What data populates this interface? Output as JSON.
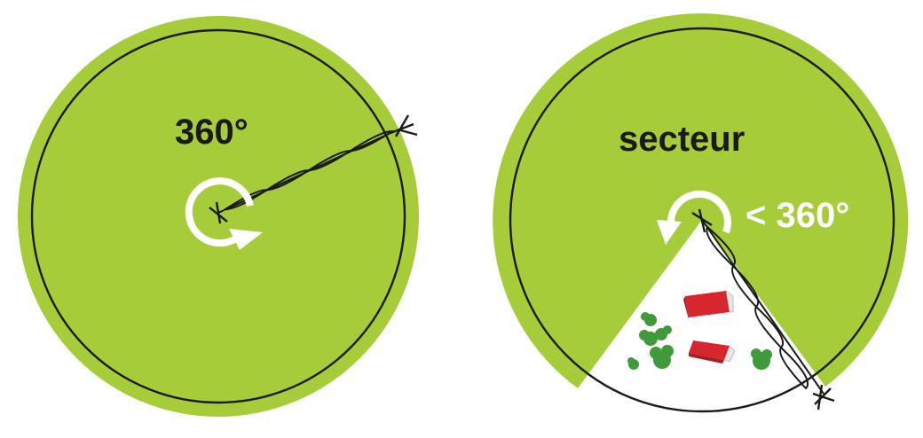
{
  "panels": [
    {
      "id": "full",
      "label": "360°"
    },
    {
      "id": "sector",
      "label": "secteur",
      "angle_label": "< 360°"
    }
  ],
  "colors": {
    "area": "#a6cc3a",
    "outline": "#1a1a1a",
    "background": "#ffffff",
    "arrow": "#ffffff",
    "house": "#d8262e",
    "tree": "#3f9a3a"
  },
  "icons": [
    "rotation-arrow-icon",
    "mower-arm-icon",
    "house-icon",
    "tree-icon"
  ]
}
